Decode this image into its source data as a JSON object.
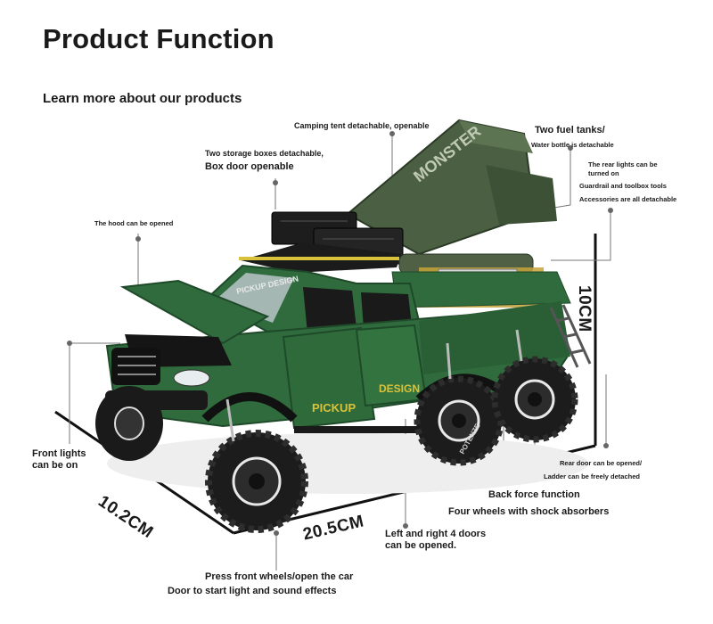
{
  "header": {
    "title": "Product Function",
    "subtitle": "Learn more about our products"
  },
  "callouts": {
    "camping_tent": "Camping tent detachable, openable",
    "storage_boxes_line1": "Two storage boxes detachable,",
    "storage_boxes_line2": "Box door openable",
    "fuel_tanks_line1": "Two fuel tanks/",
    "fuel_tanks_line2": "Water bottle is detachable",
    "rear_lights_line1": "The rear lights can be",
    "rear_lights_line2": "turned on",
    "guardrail": "Guardrail and toolbox tools",
    "accessories": "Accessories are all detachable",
    "hood": "The hood can be opened",
    "front_lights_line1": "Front lights",
    "front_lights_line2": "can be on",
    "rear_door": "Rear door can be opened/",
    "ladder": "Ladder can be freely detached",
    "back_force": "Back force function",
    "shock_absorbers": "Four wheels with shock absorbers",
    "doors_line1": "Left and right 4 doors",
    "doors_line2": "can be opened.",
    "press_wheels_line1": "Press front wheels/open the car",
    "press_wheels_line2": "Door to start light and sound effects"
  },
  "dimensions": {
    "height": "10CM",
    "width": "10.2CM",
    "length": "20.5CM"
  },
  "vehicle": {
    "tent_text": "MONSTER",
    "side_text_front": "PICKUP",
    "side_text_rear": "DESIGN",
    "windshield_text": "PICKUP DESIGN",
    "tire_text": "POTENZE",
    "body_color": "#2f6b3c",
    "body_dark": "#1f4a2a",
    "tent_color": "#4b6042",
    "accent_yellow": "#d9c23a"
  }
}
